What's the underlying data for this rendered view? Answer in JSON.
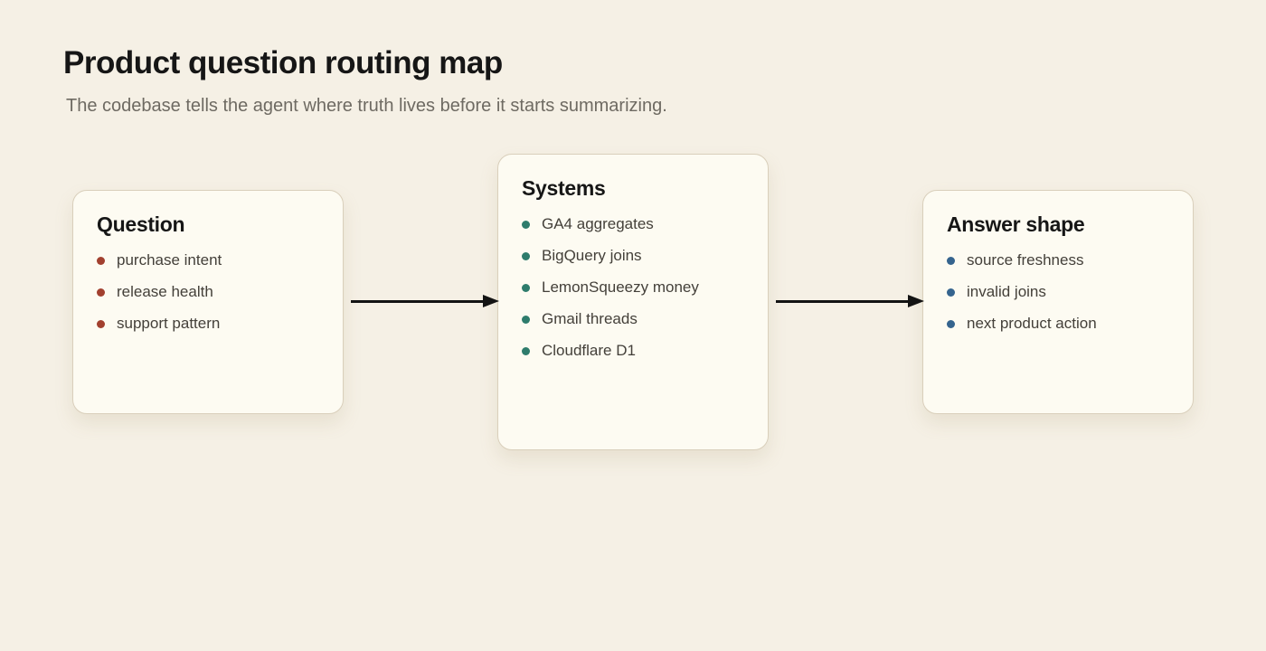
{
  "page": {
    "title": "Product question routing map",
    "subtitle": "The codebase tells the agent where truth lives before it starts summarizing.",
    "colors": {
      "background": "#f5f0e5",
      "card_background": "#fdfbf2",
      "card_border": "#d9cfbb",
      "title_text": "#161616",
      "subtitle_text": "#6e6a62",
      "item_text": "#44403a",
      "arrow": "#131313"
    }
  },
  "diagram": {
    "nodes": [
      {
        "title": "Question",
        "bullet_color": "#a2402f",
        "items": [
          "purchase intent",
          "release health",
          "support pattern"
        ]
      },
      {
        "title": "Systems",
        "bullet_color": "#2e7c6c",
        "items": [
          "GA4 aggregates",
          "BigQuery joins",
          "LemonSqueezy money",
          "Gmail threads",
          "Cloudflare D1"
        ]
      },
      {
        "title": "Answer shape",
        "bullet_color": "#35648e",
        "items": [
          "source freshness",
          "invalid joins",
          "next product action"
        ]
      }
    ],
    "arrows": [
      {
        "from": "Question",
        "to": "Systems"
      },
      {
        "from": "Systems",
        "to": "Answer shape"
      }
    ]
  }
}
